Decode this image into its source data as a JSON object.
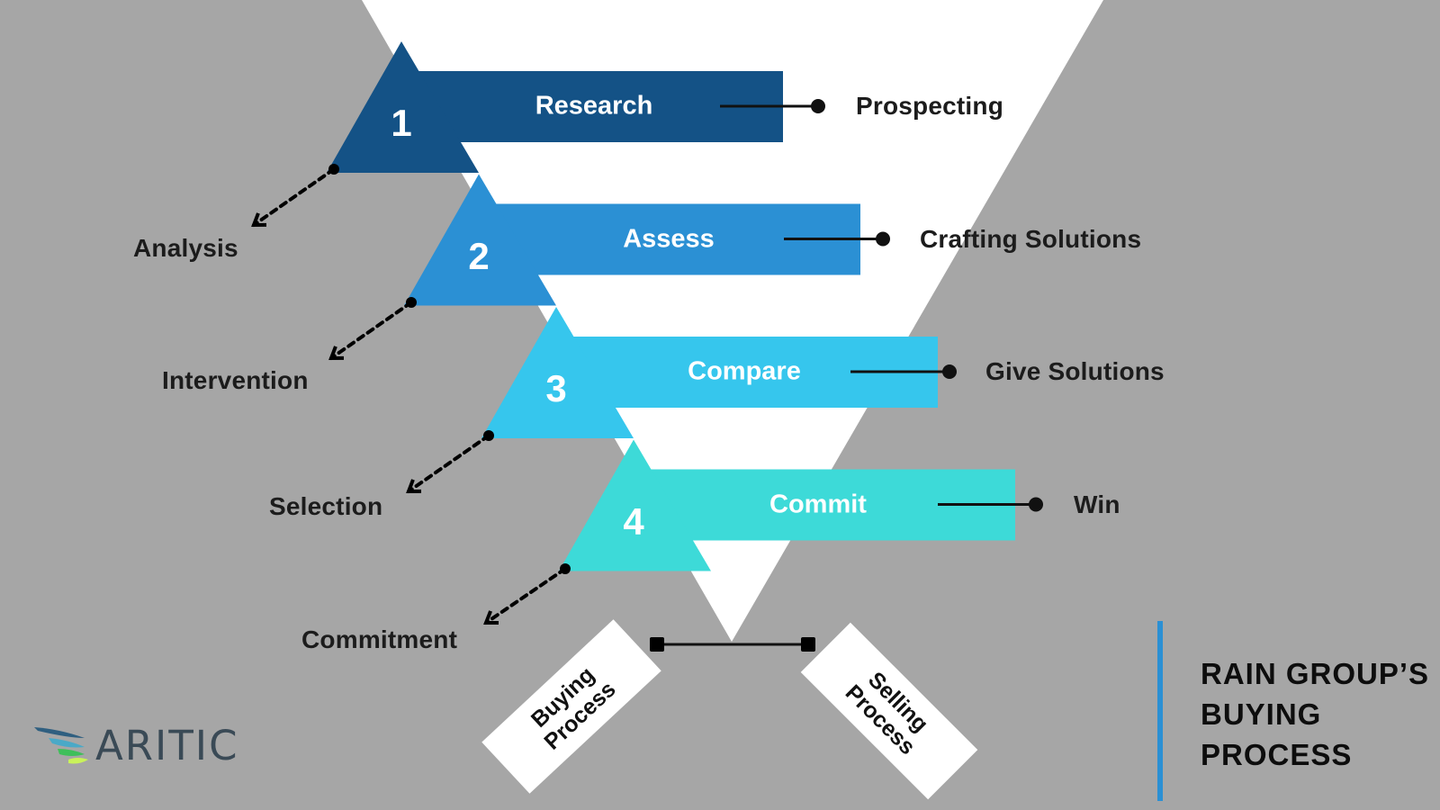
{
  "title": {
    "lines": [
      "RAIN GROUP’S",
      "BUYING",
      "PROCESS"
    ],
    "accent_color": "#2b90d4"
  },
  "logo": {
    "text": "ARITIC",
    "icon": "wing-stripes-icon",
    "colors": [
      "#2f5f80",
      "#4aa9c7",
      "#3fbf5a",
      "#c9f25a"
    ]
  },
  "background_color": "#a6a6a6",
  "funnel_color": "#ffffff",
  "steps": [
    {
      "number": "1",
      "label": "Research",
      "color": "#145286",
      "outcome": "Prospecting",
      "buyer_stage": "Analysis"
    },
    {
      "number": "2",
      "label": "Assess",
      "color": "#2b90d4",
      "outcome": "Crafting Solutions",
      "buyer_stage": "Intervention"
    },
    {
      "number": "3",
      "label": "Compare",
      "color": "#36c6ed",
      "outcome": "Give Solutions",
      "buyer_stage": "Selection"
    },
    {
      "number": "4",
      "label": "Commit",
      "color": "#3ddad8",
      "outcome": "Win",
      "buyer_stage": "Commitment"
    }
  ],
  "bottom_tags": {
    "buying": [
      "Buying",
      "Process"
    ],
    "selling": [
      "Selling",
      "Process"
    ]
  }
}
